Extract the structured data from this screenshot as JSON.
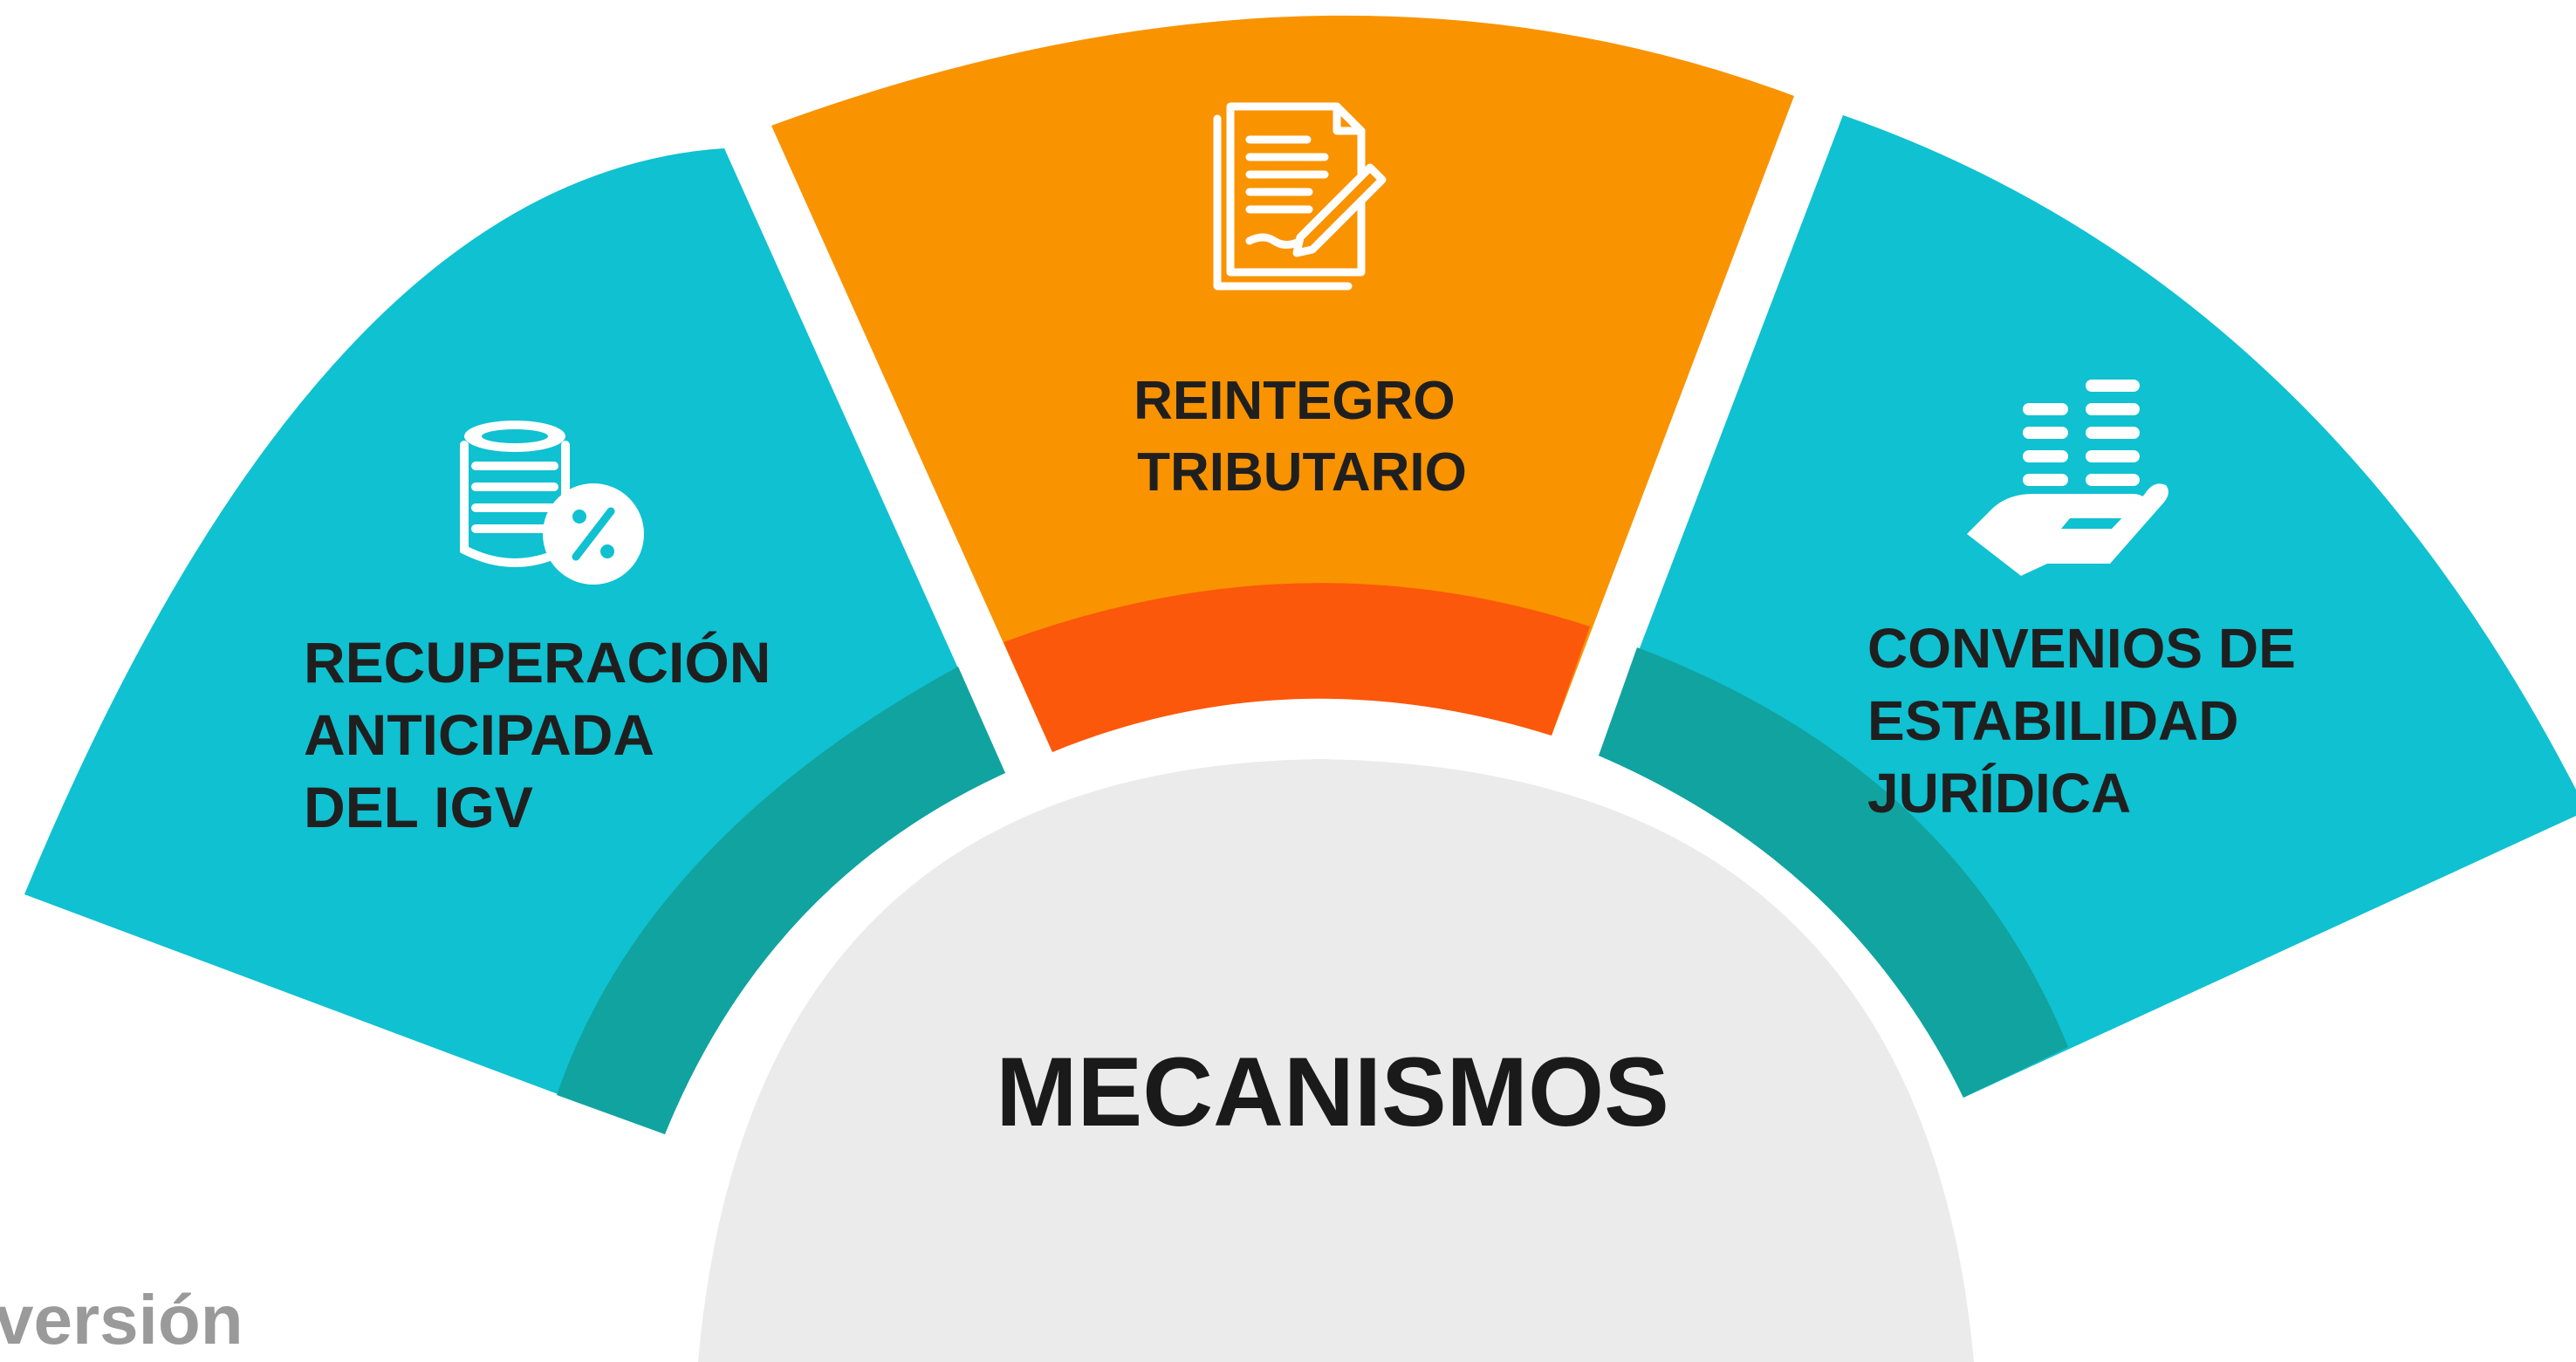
{
  "center": {
    "title": "MECANISMOS"
  },
  "segments": [
    {
      "id": "left",
      "lines": [
        "RECUPERACIÓN",
        "ANTICIPADA",
        "DEL IGV"
      ],
      "icon": "coins-percent-icon"
    },
    {
      "id": "middle",
      "lines": [
        "REINTEGRO",
        "TRIBUTARIO"
      ],
      "icon": "document-signature-icon"
    },
    {
      "id": "right",
      "lines": [
        "CONVENIOS DE",
        "ESTABILIDAD",
        "JURÍDICA"
      ],
      "icon": "hand-money-icon"
    }
  ],
  "footer": {
    "word": "versión"
  },
  "colors": {
    "teal": "#0fc1d1",
    "teal_dark": "#11a39f",
    "orange": "#fa9300",
    "orange_dark": "#fb580b",
    "center_fill": "#ebebeb",
    "icon": "#ffffff",
    "text": "#1f1f1f",
    "footer_text": "#9a9a9a"
  }
}
